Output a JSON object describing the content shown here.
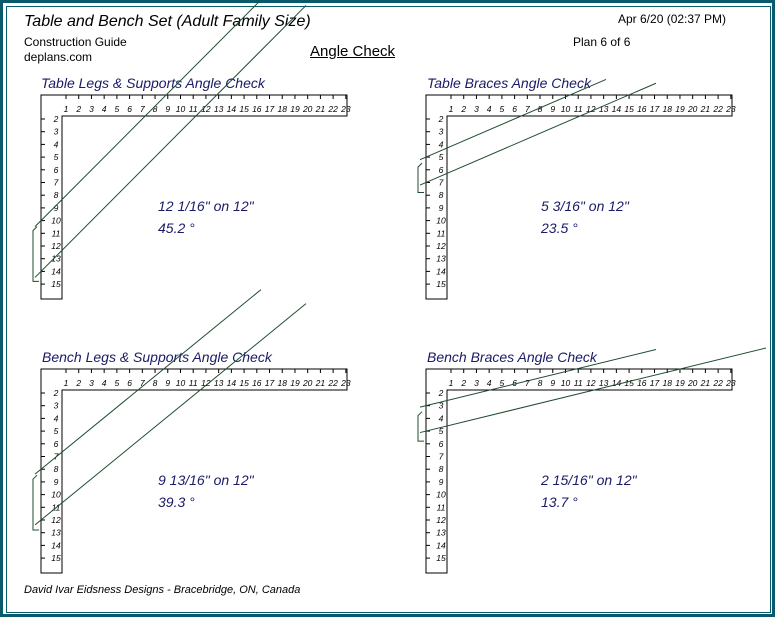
{
  "header": {
    "title": "Table and Bench Set (Adult Family Size)",
    "date": "Apr 6/20 (02:37 PM)",
    "subtitle_line1": "Construction Guide",
    "subtitle_line2": "deplans.com",
    "plan": "Plan 6 of 6",
    "heading": "Angle Check"
  },
  "square_numbers": {
    "horizontal": [
      "1",
      "2",
      "3",
      "4",
      "5",
      "6",
      "7",
      "8",
      "9",
      "10",
      "11",
      "12",
      "13",
      "14",
      "15",
      "16",
      "17",
      "18",
      "19",
      "20",
      "21",
      "22",
      "23"
    ],
    "vertical": [
      "2",
      "3",
      "4",
      "5",
      "6",
      "7",
      "8",
      "9",
      "10",
      "11",
      "12",
      "13",
      "14",
      "15"
    ]
  },
  "panels": [
    {
      "title": "Table Legs & Supports Angle Check",
      "rise": "12  1/16\" on 12\"",
      "angle": "45.2 °",
      "rise_value_in": 12.0625,
      "angle_deg": 45.2,
      "line_start_marks_in": [
        10,
        14
      ]
    },
    {
      "title": "Table Braces Angle Check",
      "rise": "5  3/16\" on 12\"",
      "angle": "23.5 °",
      "rise_value_in": 5.1875,
      "angle_deg": 23.5,
      "line_start_marks_in": [
        5,
        7
      ]
    },
    {
      "title": "Bench Legs & Supports Angle Check",
      "rise": "9  13/16\" on 12\"",
      "angle": "39.3 °",
      "rise_value_in": 9.8125,
      "angle_deg": 39.3,
      "line_start_marks_in": [
        8,
        12
      ]
    },
    {
      "title": "Bench Braces Angle Check",
      "rise": "2  15/16\" on 12\"",
      "angle": "13.7 °",
      "rise_value_in": 2.9375,
      "angle_deg": 13.7,
      "line_start_marks_in": [
        3,
        5
      ]
    }
  ],
  "footer": "David Ivar Eidsness Designs - Bracebridge, ON, Canada",
  "colors": {
    "frame": "#0a5a6e",
    "label_text": "#1a1a66",
    "angle_lines": "#1f4d2f"
  }
}
